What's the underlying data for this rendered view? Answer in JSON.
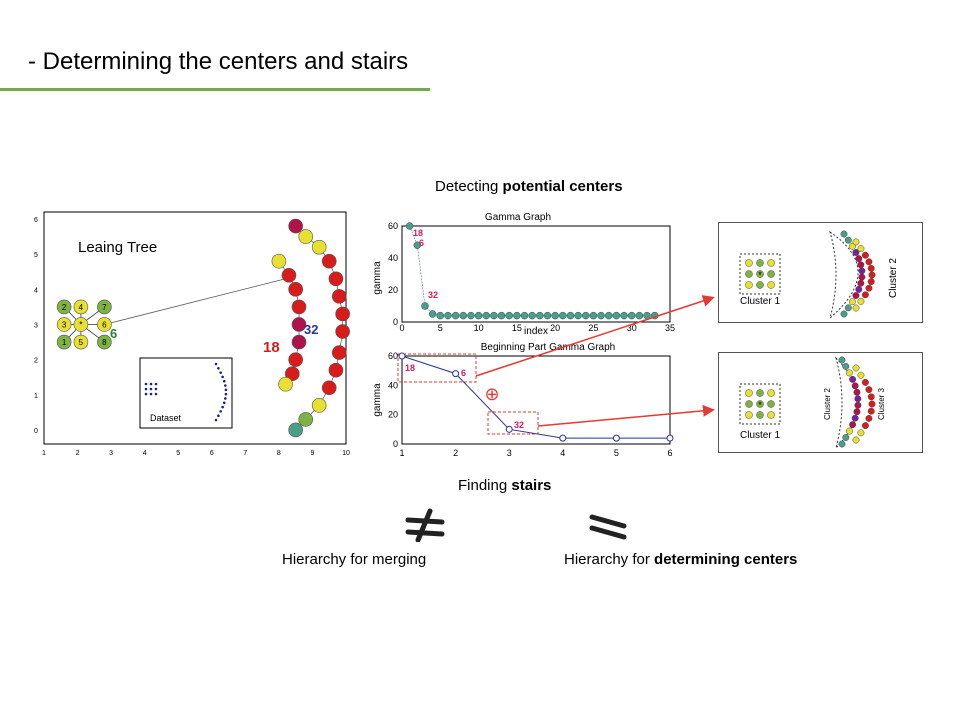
{
  "slide": {
    "title": "- Determining the centers and stairs",
    "accent_color": "#77a84a"
  },
  "captions": {
    "detecting_prefix": "Detecting ",
    "detecting_bold": "potential centers",
    "finding_prefix": "Finding ",
    "finding_bold": "stairs",
    "merging_label": "Hierarchy for merging",
    "centers_prefix": "Hierarchy for ",
    "centers_bold": "determining centers"
  },
  "symbols": {
    "not_equal_icon": "not-equal-icon",
    "equal_icon": "equal-icon"
  },
  "tree_plot": {
    "title": "Leaing Tree",
    "inset_label": "Dataset",
    "x_ticks": [
      "1",
      "2",
      "3",
      "4",
      "5",
      "6",
      "7",
      "8",
      "9",
      "10"
    ],
    "y_ticks": [
      "0",
      "1",
      "2",
      "3",
      "4",
      "5",
      "6"
    ],
    "left_cluster_labels": [
      "2",
      "4",
      "7",
      "3",
      "6",
      "1",
      "5",
      "8"
    ],
    "highlight_labels": [
      "6",
      "32",
      "18"
    ],
    "node_colors": [
      "#7cb342",
      "#e8e030",
      "#d81b1b",
      "#b0124a",
      "#4a9e8a"
    ],
    "right_nodes": [
      {
        "x": 8.5,
        "y": 5.8,
        "c": 3
      },
      {
        "x": 8.8,
        "y": 5.5,
        "c": 1
      },
      {
        "x": 9.2,
        "y": 5.2,
        "c": 1
      },
      {
        "x": 9.5,
        "y": 4.8,
        "c": 2
      },
      {
        "x": 9.7,
        "y": 4.3,
        "c": 2
      },
      {
        "x": 9.8,
        "y": 3.8,
        "c": 2
      },
      {
        "x": 9.9,
        "y": 3.3,
        "c": 2
      },
      {
        "x": 9.9,
        "y": 2.8,
        "c": 2
      },
      {
        "x": 9.8,
        "y": 2.2,
        "c": 2
      },
      {
        "x": 9.7,
        "y": 1.7,
        "c": 2
      },
      {
        "x": 9.5,
        "y": 1.2,
        "c": 2
      },
      {
        "x": 9.2,
        "y": 0.7,
        "c": 1
      },
      {
        "x": 8.8,
        "y": 0.3,
        "c": 0
      },
      {
        "x": 8.5,
        "y": 0.0,
        "c": 4
      },
      {
        "x": 8.0,
        "y": 4.8,
        "c": 1
      },
      {
        "x": 8.3,
        "y": 4.4,
        "c": 2
      },
      {
        "x": 8.5,
        "y": 4.0,
        "c": 2
      },
      {
        "x": 8.6,
        "y": 3.5,
        "c": 2
      },
      {
        "x": 8.6,
        "y": 3.0,
        "c": 3
      },
      {
        "x": 8.6,
        "y": 2.5,
        "c": 3
      },
      {
        "x": 8.5,
        "y": 2.0,
        "c": 2
      },
      {
        "x": 8.4,
        "y": 1.6,
        "c": 2
      },
      {
        "x": 8.2,
        "y": 1.3,
        "c": 1
      }
    ]
  },
  "gamma_graph": {
    "title": "Gamma Graph",
    "xlabel": "index",
    "ylabel": "gamma",
    "x_ticks": [
      "0",
      "5",
      "10",
      "15",
      "20",
      "25",
      "30",
      "35"
    ],
    "y_ticks": [
      "0",
      "20",
      "40",
      "60"
    ],
    "annotations": [
      "18",
      "6",
      "32"
    ]
  },
  "beginning_graph": {
    "title": "Beginning Part Gamma Graph",
    "ylabel": "gamma",
    "x_ticks": [
      "1",
      "2",
      "3",
      "4",
      "5",
      "6"
    ],
    "y_ticks": [
      "0",
      "20",
      "40",
      "60"
    ],
    "annotations": [
      "18",
      "6",
      "32"
    ],
    "plus_symbol": "⊕"
  },
  "cluster_panels": [
    {
      "left_label": "Cluster 1",
      "right_labels": [
        "Cluster 2"
      ]
    },
    {
      "left_label": "Cluster 1",
      "right_labels": [
        "Cluster 2",
        "Cluster 3"
      ]
    }
  ],
  "chart_data": [
    {
      "type": "line",
      "title": "Gamma Graph",
      "xlabel": "index",
      "ylabel": "gamma",
      "xlim": [
        0,
        35
      ],
      "ylim": [
        0,
        60
      ],
      "x": [
        1,
        2,
        3,
        4,
        5,
        6,
        7,
        8,
        9,
        10,
        11,
        12,
        13,
        14,
        15,
        16,
        17,
        18,
        19,
        20,
        21,
        22,
        23,
        24,
        25,
        26,
        27,
        28,
        29,
        30,
        31,
        32,
        33
      ],
      "series": [
        {
          "values": [
            60,
            48,
            10,
            5,
            4,
            4,
            4,
            4,
            4,
            4,
            4,
            4,
            4,
            4,
            4,
            4,
            4,
            4,
            4,
            4,
            4,
            4,
            4,
            4,
            4,
            4,
            4,
            4,
            4,
            4,
            4,
            4,
            4
          ]
        }
      ]
    },
    {
      "type": "line",
      "title": "Beginning Part Gamma Graph",
      "ylabel": "gamma",
      "xlim": [
        1,
        6
      ],
      "ylim": [
        0,
        60
      ],
      "x": [
        1,
        2,
        3,
        4,
        5,
        6
      ],
      "series": [
        {
          "values": [
            60,
            48,
            10,
            4,
            4,
            4
          ]
        }
      ]
    }
  ]
}
